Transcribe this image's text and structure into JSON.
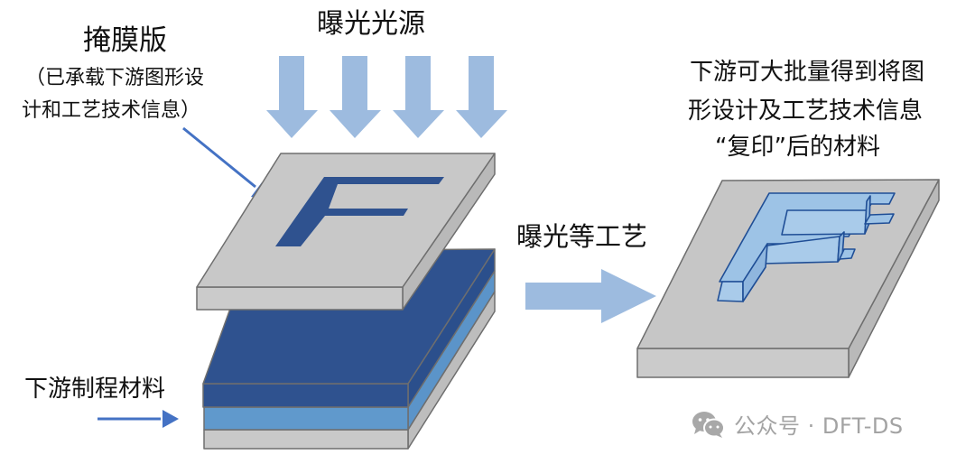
{
  "labels": {
    "mask_title": "掩膜版",
    "mask_desc_line1": "（已承载下游图形设",
    "mask_desc_line2": "计和工艺技术信息）",
    "light_source": "曝光光源",
    "process": "曝光等工艺",
    "material": "下游制程材料",
    "result_line1": "下游可大批量得到将图",
    "result_line2": "形设计及工艺技术信息",
    "result_line3": "“复印”后的材料"
  },
  "watermark": {
    "icon": "wechat-icon",
    "text": "公众号 · DFT-DS"
  },
  "colors": {
    "arrow_light": "#9dbbdf",
    "arrow_dark": "#4472c4",
    "plate_gray": "#c9c9c9",
    "plate_edge": "#6e6e6e",
    "resist_dark_blue": "#2f528f",
    "layer_light_blue": "#5b94c9",
    "relief_blue": "#9dc3e6",
    "relief_edge": "#1f4e96"
  }
}
